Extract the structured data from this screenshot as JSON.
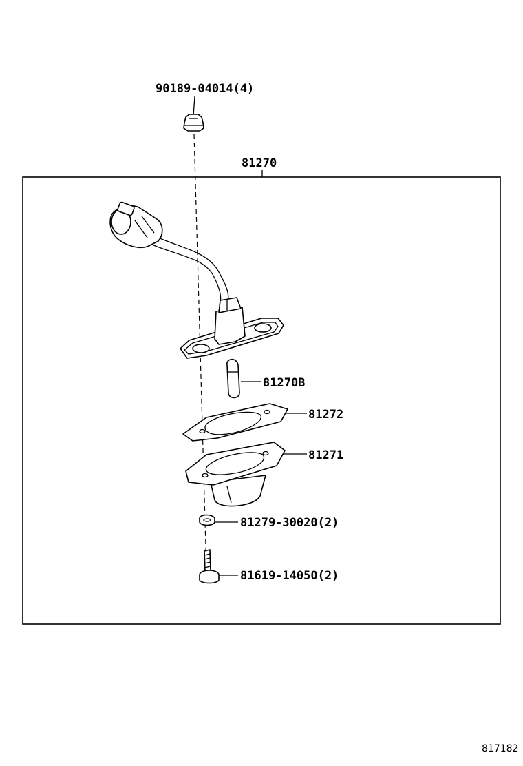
{
  "labels": {
    "clip": "90189-04014(4)",
    "assembly": "81270",
    "bulb": "81270B",
    "gasket": "81272",
    "lens": "81271",
    "washer": "81279-30020(2)",
    "screw": "81619-14050(2)"
  },
  "ref_code": "817182"
}
